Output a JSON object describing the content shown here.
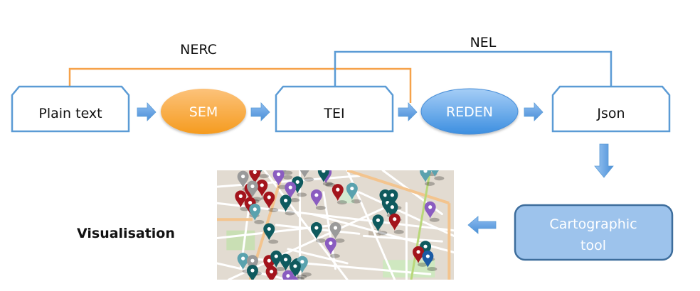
{
  "labels": {
    "nerc": "NERC",
    "nel": "NEL",
    "visualisation": "Visualisation"
  },
  "nodes": {
    "plain_text": "Plain text",
    "sem": "SEM",
    "tei": "TEI",
    "reden": "REDEN",
    "json": "Json",
    "cartographic_line1": "Cartographic",
    "cartographic_line2": "tool"
  },
  "colors": {
    "box_stroke": "#5b9bd5",
    "arrow_fill": "#5b9bd5",
    "nerc_line": "#f6a24a",
    "nel_line": "#5b9bd5",
    "sem_fill": "#f9a53a",
    "reden_fill": "#5fa4ea",
    "cartographic_fill": "#9dc3ec",
    "cartographic_stroke": "#3d6d9c",
    "map_bg": "#e4ddd3"
  },
  "map": {
    "marker_colors": {
      "red": "#a3141c",
      "teal": "#0f5a5e",
      "purple": "#8a5cc0",
      "grey": "#9a9a9a",
      "lightteal": "#5aa2ae",
      "blue": "#1c5aa4"
    },
    "markers": [
      [
        "purple",
        0.28,
        0.01
      ],
      [
        "teal",
        0.18,
        0.04
      ],
      [
        "grey",
        0.28,
        0.05
      ],
      [
        "red",
        0.16,
        0.12
      ],
      [
        "grey",
        0.11,
        0.16
      ],
      [
        "purple",
        0.26,
        0.14
      ],
      [
        "grey",
        0.37,
        0.07
      ],
      [
        "red",
        0.19,
        0.24
      ],
      [
        "red",
        0.14,
        0.27
      ],
      [
        "grey",
        0.15,
        0.25
      ],
      [
        "red",
        0.1,
        0.34
      ],
      [
        "red",
        0.22,
        0.35
      ],
      [
        "red",
        0.14,
        0.4
      ],
      [
        "lightteal",
        0.16,
        0.46
      ],
      [
        "teal",
        0.34,
        0.21
      ],
      [
        "purple",
        0.31,
        0.26
      ],
      [
        "teal",
        0.29,
        0.38
      ],
      [
        "purple",
        0.42,
        0.33
      ],
      [
        "purple",
        0.46,
        0.12
      ],
      [
        "teal",
        0.45,
        0.11
      ],
      [
        "red",
        0.51,
        0.28
      ],
      [
        "lightteal",
        0.57,
        0.27
      ],
      [
        "teal",
        0.71,
        0.33
      ],
      [
        "teal",
        0.74,
        0.33
      ],
      [
        "teal",
        0.72,
        0.4
      ],
      [
        "teal",
        0.74,
        0.44
      ],
      [
        "teal",
        0.68,
        0.56
      ],
      [
        "red",
        0.75,
        0.55
      ],
      [
        "purple",
        0.89,
        0.02
      ],
      [
        "lightteal",
        0.88,
        0.11
      ],
      [
        "lightteal",
        0.92,
        0.06
      ],
      [
        "purple",
        0.9,
        0.44
      ],
      [
        "teal",
        0.22,
        0.64
      ],
      [
        "teal",
        0.42,
        0.63
      ],
      [
        "grey",
        0.5,
        0.63
      ],
      [
        "purple",
        0.48,
        0.77
      ],
      [
        "teal",
        0.88,
        0.8
      ],
      [
        "red",
        0.85,
        0.85
      ],
      [
        "blue",
        0.89,
        0.89
      ],
      [
        "lightteal",
        0.11,
        0.91
      ],
      [
        "grey",
        0.15,
        0.93
      ],
      [
        "teal",
        0.15,
        1.02
      ],
      [
        "red",
        0.22,
        0.93
      ],
      [
        "red",
        0.23,
        1.03
      ],
      [
        "teal",
        0.25,
        0.89
      ],
      [
        "teal",
        0.29,
        0.92
      ],
      [
        "teal",
        0.34,
        0.96
      ],
      [
        "lightteal",
        0.36,
        0.94
      ],
      [
        "teal",
        0.33,
        0.98
      ],
      [
        "purple",
        0.3,
        1.07
      ],
      [
        "purple",
        0.32,
        1.12
      ],
      [
        "red",
        0.61,
        1.18
      ]
    ]
  }
}
